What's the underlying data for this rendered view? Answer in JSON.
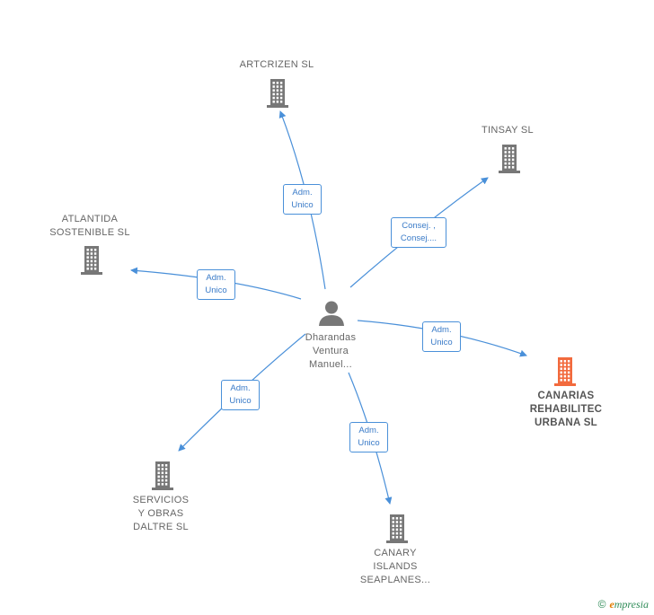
{
  "colors": {
    "edge": "#4a90d9",
    "building": "#777777",
    "building_highlight": "#f26a3d",
    "person": "#777777"
  },
  "center": {
    "name": "Dharandas\nVentura\nManuel...",
    "icon": "person-icon"
  },
  "companies": [
    {
      "id": "artcrizen",
      "name": "ARTCRIZEN  SL",
      "relation": "Adm.\nUnico",
      "highlight": false
    },
    {
      "id": "tinsay",
      "name": "TINSAY SL",
      "relation": "Consej. ,\nConsej....",
      "highlight": false
    },
    {
      "id": "atlantida",
      "name": "ATLANTIDA\nSOSTENIBLE SL",
      "relation": "Adm.\nUnico",
      "highlight": false
    },
    {
      "id": "canarias",
      "name": "CANARIAS\nREHABILITEC\nURBANA  SL",
      "relation": "Adm.\nUnico",
      "highlight": true
    },
    {
      "id": "servicios",
      "name": "SERVICIOS\nY OBRAS\nDALTRE  SL",
      "relation": "Adm.\nUnico",
      "highlight": false
    },
    {
      "id": "canary",
      "name": "CANARY\nISLANDS\nSEAPLANES...",
      "relation": "Adm.\nUnico",
      "highlight": false
    }
  ],
  "footer": {
    "copyright": "©",
    "brand_initial": "e",
    "brand_rest": "mpresia"
  }
}
